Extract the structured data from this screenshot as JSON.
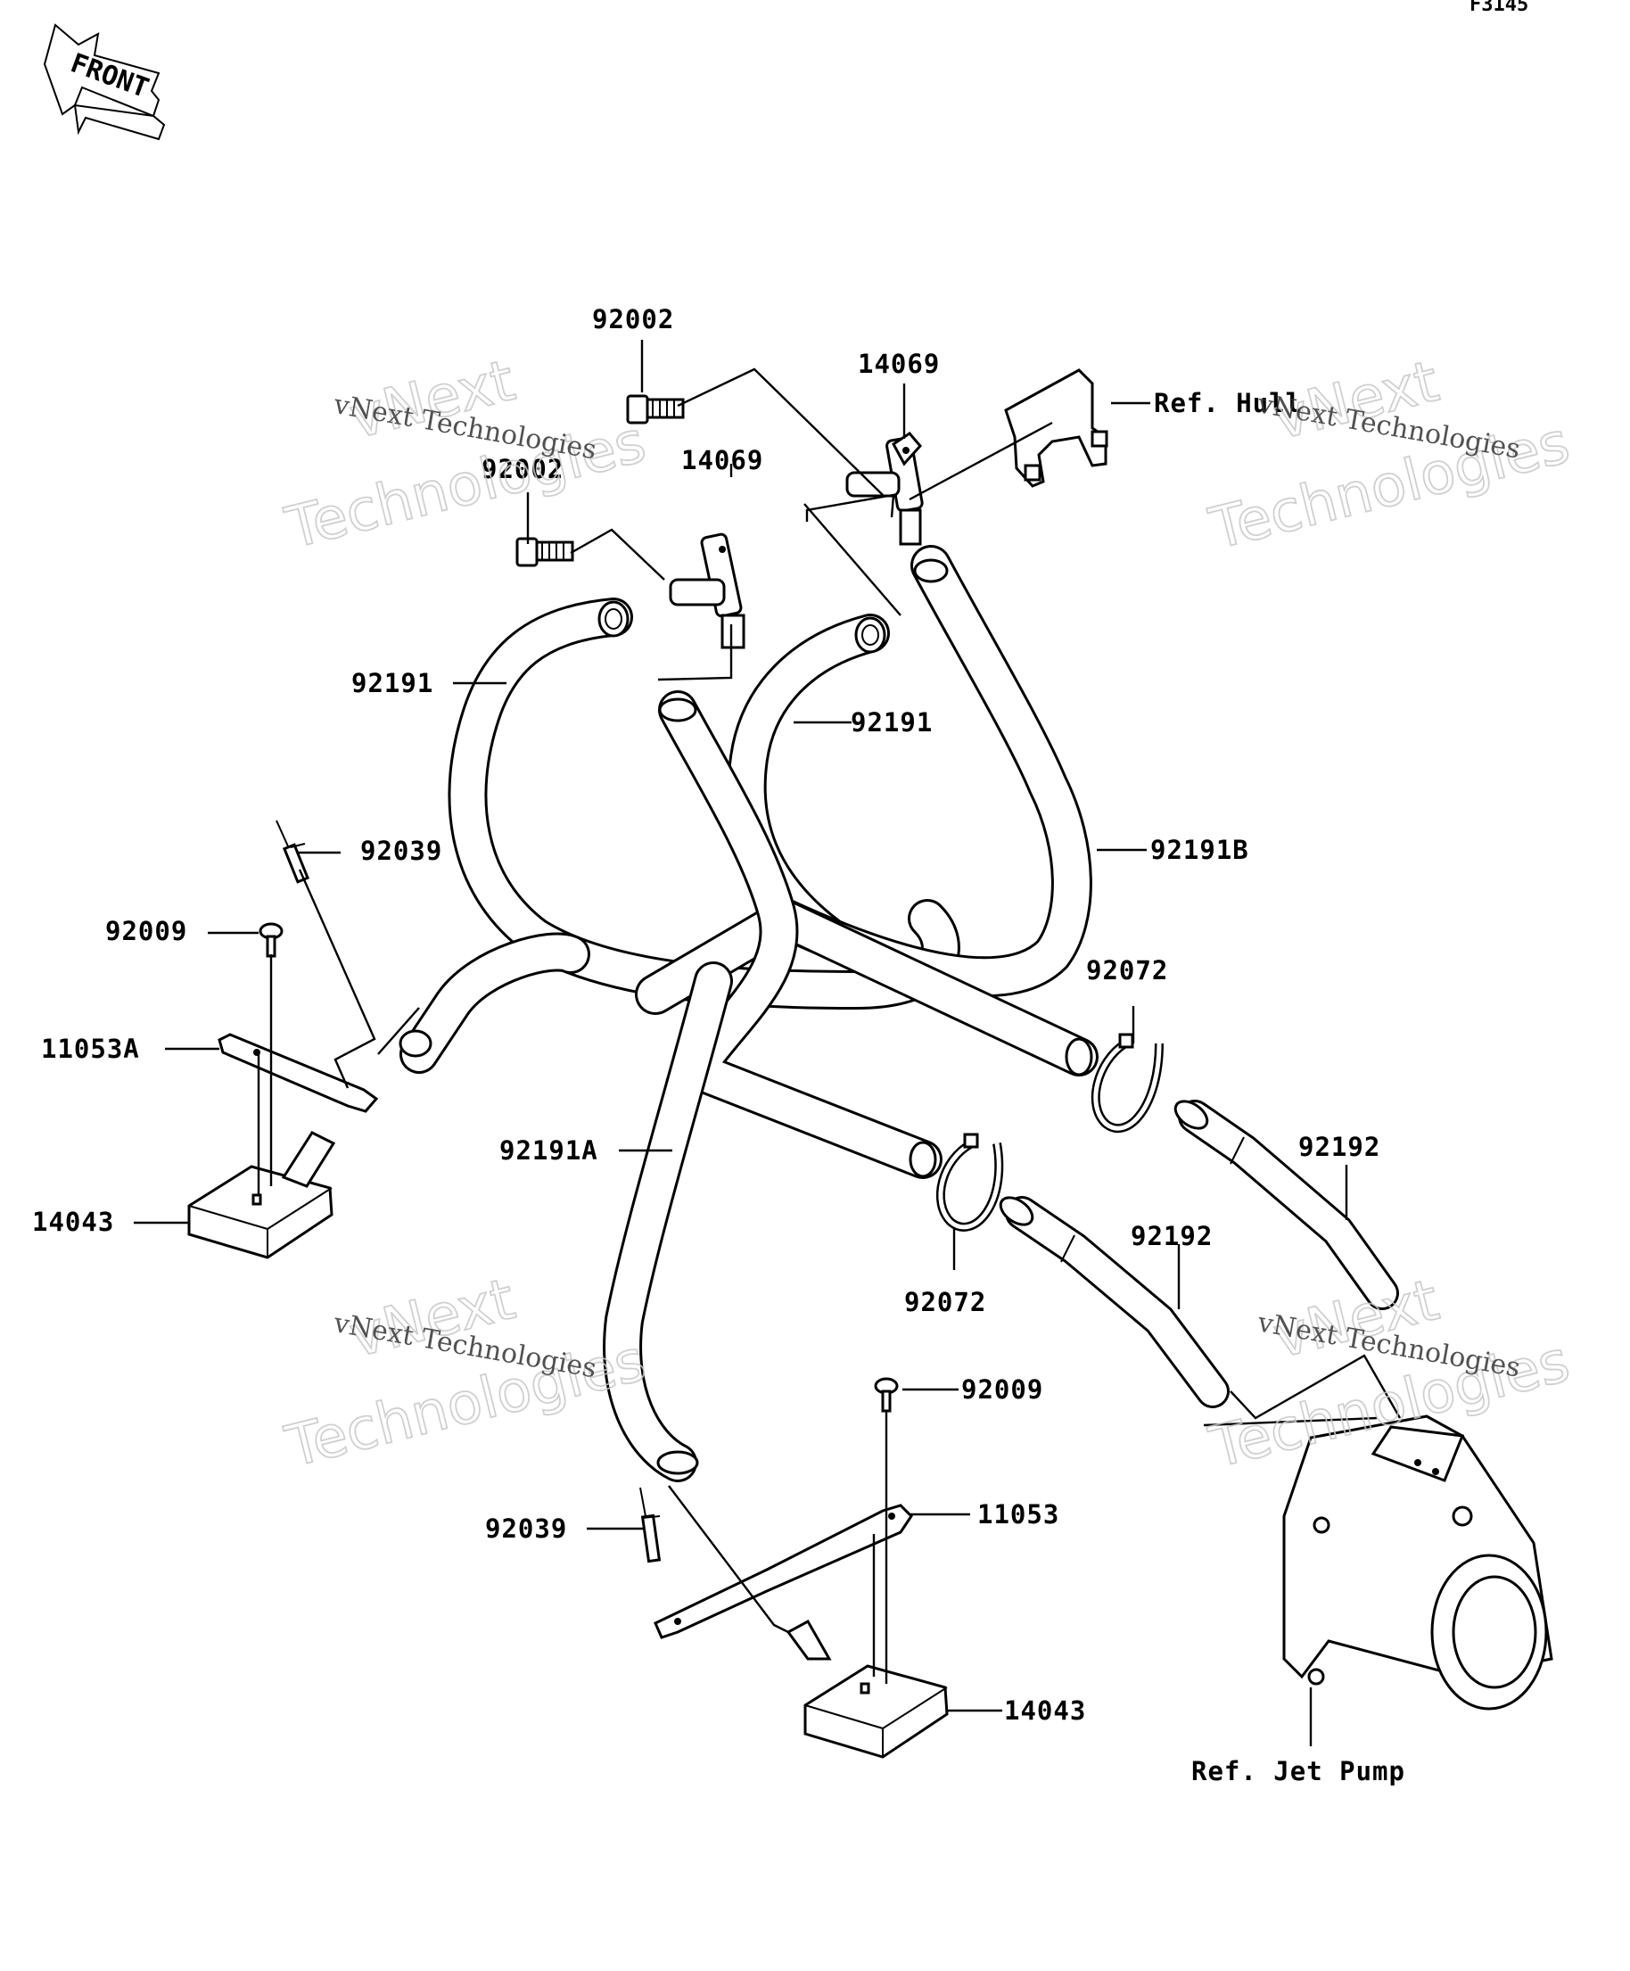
{
  "diagram": {
    "code": "F3145",
    "front_marker": "FRONT",
    "labels": {
      "bolt_upper": "92002",
      "bolt_mid": "92002",
      "fitting_upper": "14069",
      "fitting_mid": "14069",
      "ref_hull": "Ref. Hull",
      "hose_left": "92191",
      "hose_mid": "92191",
      "hose_b": "92191B",
      "rivet_upper": "92039",
      "screw_upper": "92009",
      "bracket_a": "11053A",
      "strainer_upper": "14043",
      "clamp_upper": "92072",
      "hose_a": "92191A",
      "clamp_lower": "92072",
      "pipe_upper": "92192",
      "pipe_lower": "92192",
      "screw_lower": "92009",
      "bracket": "11053",
      "rivet_lower": "92039",
      "strainer_lower": "14043",
      "ref_jet_pump": "Ref. Jet Pump"
    },
    "watermarks": [
      {
        "big1": "vNext",
        "big2": "Technologies",
        "small": "vNext Technologies"
      },
      {
        "big1": "vNext",
        "big2": "Technologies",
        "small": "vNext Technologies"
      },
      {
        "big1": "vNext",
        "big2": "Technologies",
        "small": "vNext Technologies"
      },
      {
        "big1": "vNext",
        "big2": "Technologies",
        "small": "vNext Technologies"
      }
    ]
  }
}
